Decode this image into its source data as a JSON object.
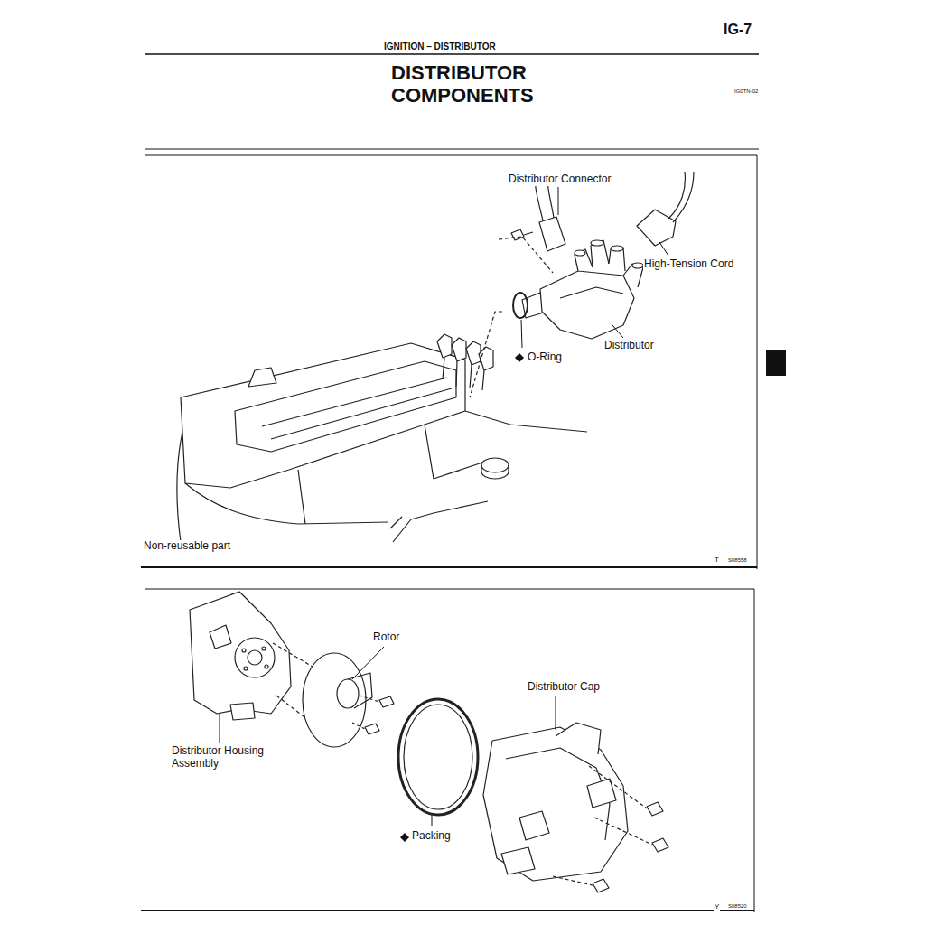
{
  "diagram": {
    "title": "DISTRIBUTOR COMPONENTS",
    "labels": [
      "IG-7",
      "IGNITION – DISTRIBUTOR",
      "IG0TN-02",
      "Distributor Connector",
      "High-Tension Cord",
      "O-Ring",
      "Distributor",
      "Non-reusable part",
      "T",
      "S08558",
      "Rotor",
      "Distributor Housing Assembly",
      "Distributor Cap",
      "Packing",
      "Y",
      "S08520"
    ]
  }
}
